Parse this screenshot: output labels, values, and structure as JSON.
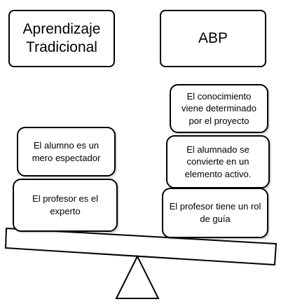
{
  "left_column": {
    "header": "Aprendizaje Tradicional",
    "cards": [
      "El alumno es un mero espectador",
      "El profesor es el experto"
    ]
  },
  "right_column": {
    "header": "ABP",
    "cards": [
      "El conocimiento viene determinado por el proyecto",
      "El alumnado se convierte en un elemento activo.",
      "El profesor tiene un rol de guía"
    ]
  }
}
